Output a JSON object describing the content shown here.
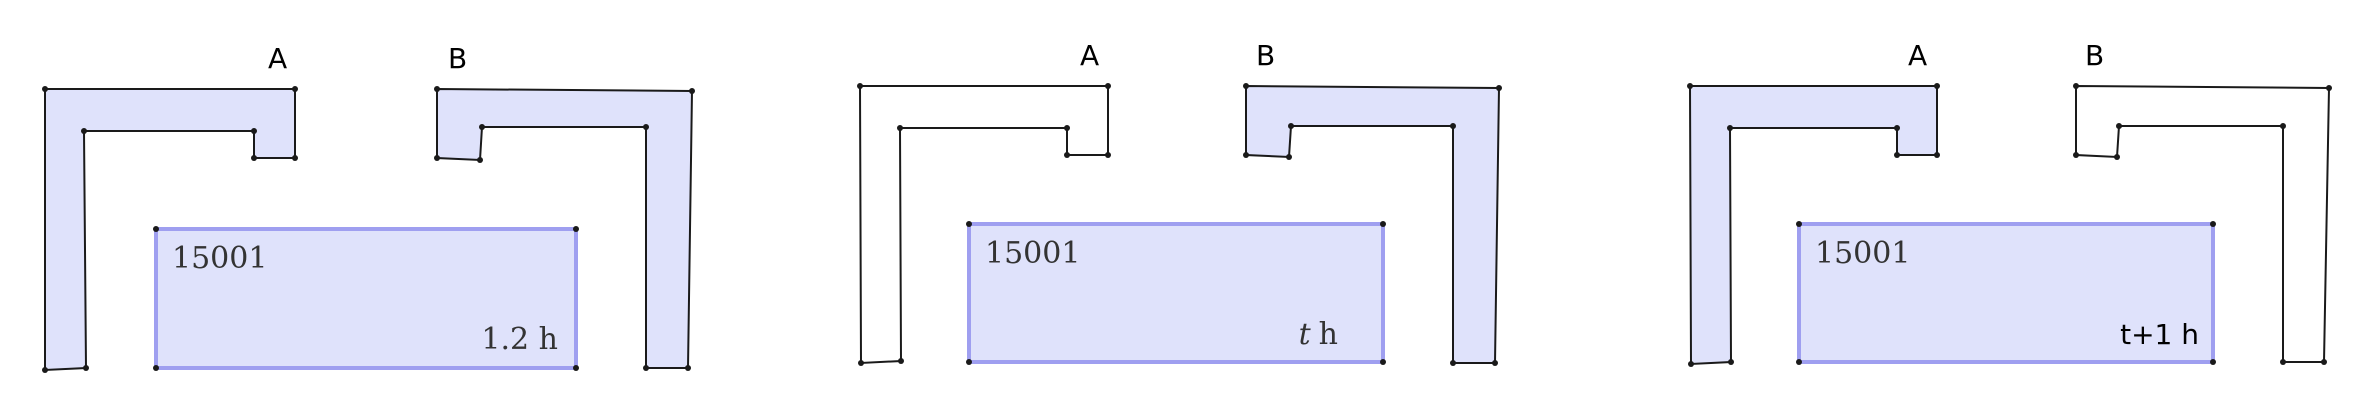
{
  "colors": {
    "fill": "#dfe2fb",
    "outline": "#1a1a1a",
    "box_border": "#9f9ff0"
  },
  "panels": [
    {
      "gate_a": "A",
      "gate_b": "B",
      "left_wall_filled": true,
      "right_wall_filled": true,
      "box_id": "15001",
      "box_time": "1.2 h"
    },
    {
      "gate_a": "A",
      "gate_b": "B",
      "left_wall_filled": false,
      "right_wall_filled": true,
      "box_id": "15001",
      "box_time_var": "t",
      "box_time_unit": "h"
    },
    {
      "gate_a": "A",
      "gate_b": "B",
      "left_wall_filled": true,
      "right_wall_filled": false,
      "box_id": "15001",
      "box_time": "t+1 h"
    }
  ]
}
